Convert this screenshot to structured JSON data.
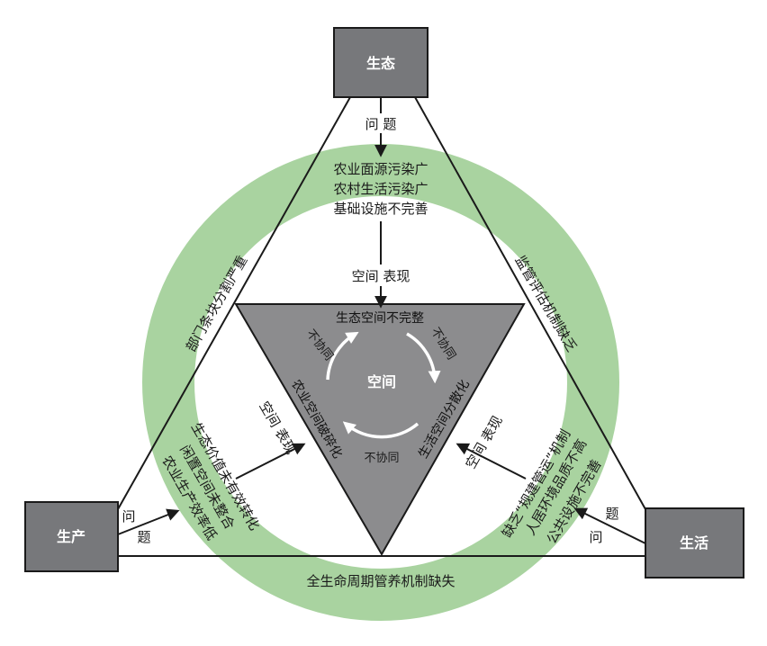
{
  "nodes": {
    "ecology": "生态",
    "production": "生产",
    "living": "生活",
    "center": "空间"
  },
  "top_branch": {
    "problem_label": "问 题",
    "problems": [
      "农业面源污染广",
      "农村生活污染广",
      "基础设施不完善"
    ],
    "space_label": "空间 表现"
  },
  "left_branch": {
    "problem_label_1": "问",
    "problem_label_2": "题",
    "problems": [
      "生态价值未有效转化",
      "闲置空间未整合",
      "农业生产效率低"
    ],
    "space_label": "空间 表现"
  },
  "right_branch": {
    "problem_label_1": "问",
    "problem_label_2": "题",
    "problems": [
      "缺乏“规建管运”机制",
      "人居环境品质不高",
      "公共设施不完善"
    ],
    "space_label": "空间 表现"
  },
  "outer_edges": {
    "left": "部门条块分割严重",
    "right": "监管评估机制缺乏",
    "bottom": "全生命周期管养机制缺失"
  },
  "inner_triangle": {
    "top": "生态空间不完整",
    "left": "农业空间破碎化",
    "right": "生活空间分散化",
    "arrow_left": "不协同",
    "arrow_right": "不协同",
    "arrow_bottom": "不协同"
  },
  "colors": {
    "ring": "#a9d3a0",
    "inner_triangle": "#8c8c8e",
    "box": "#77787b",
    "line": "#1a1a1a"
  }
}
